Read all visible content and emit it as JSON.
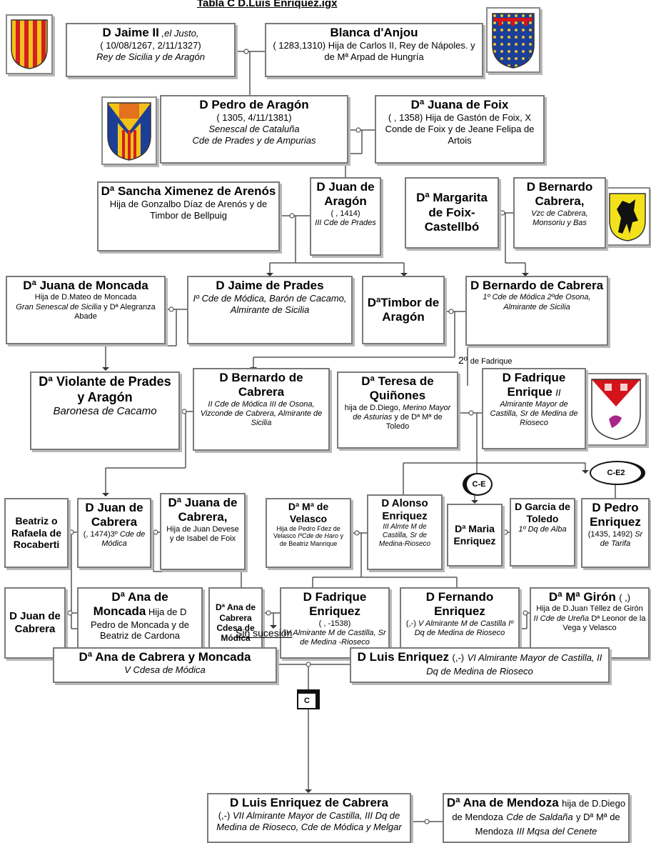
{
  "title": "Tabla C   D.Luis Enriquez.igx",
  "labels": {
    "second": "2º",
    "second_small": "de Fadrique",
    "no_issue": "Sin sucesión"
  },
  "refs": {
    "ce": "C-E",
    "ce2": "C-E2",
    "c": "C"
  },
  "colors": {
    "border": "#7a7a7a",
    "line": "#555555",
    "shadow": "#b9b9b9",
    "aragon_gold": "#f2c21a",
    "aragon_red": "#d31f22",
    "anjou_blue": "#1b3f97",
    "anjou_red": "#d4141a",
    "cabrera_yellow": "#f3e21b"
  },
  "people": {
    "jaime2": {
      "name": "D Jaime II",
      "epithet": " ,el Justo,",
      "dates": "( 10/08/1267, 2/11/1327)",
      "title": "Rey de Sicilia y de Aragón"
    },
    "blanca": {
      "name": "Blanca d'Anjou",
      "desc": "( 1283,1310) Hija de Carlos II, Rey de Nápoles. y de Mª Arpad de Hungría"
    },
    "pedro_aragon": {
      "name": "D Pedro de Aragón",
      "dates": "( 1305, 4/11/1381)",
      "t1": "Senescal de Cataluña",
      "t2": "Cde de Prades y de Ampurias"
    },
    "juana_foix": {
      "name": "Dª Juana de Foix",
      "desc": "( , 1358) Hija de Gastón de Foix, X Conde de Foix y de Jeane Felipa de Artois"
    },
    "sancha": {
      "name": "Dª Sancha Ximenez de Arenós",
      "desc": "Hija de Gonzalbo Díaz de Arenós y de Timbor de Bellpuig"
    },
    "juan_aragon": {
      "name": "D Juan de Aragón",
      "dates": "( , 1414)",
      "title": "III Cde de Prades"
    },
    "margarita": {
      "name": "Dª Margarita de Foix-Castellbó"
    },
    "bernardo1": {
      "name": "D Bernardo Cabrera,",
      "title": "Vzc de Cabrera, Monsoriu y Bas"
    },
    "juana_moncada": {
      "name": "Dª Juana de Moncada",
      "d1": "Hija de D.Mateo de Moncada",
      "d2": "Gran Senescal de Sicilia",
      "d3": "y Dª Alegranza Abade"
    },
    "jaime_prades": {
      "name": "D Jaime de Prades",
      "title": "Iº Cde de Módica, Barón de Cacamo, Almirante de Sicilia"
    },
    "timbor": {
      "name": "DªTimbor de Aragón"
    },
    "bernardo2": {
      "name": "D Bernardo de Cabrera",
      "title": "1º Cde de Módica 2ºde Osona, Almirante de Sicilia"
    },
    "violante": {
      "name": "Dª Violante de Prades y Aragón",
      "title": "Baronesa de Cacamo"
    },
    "bernardo3": {
      "name": "D Bernardo de Cabrera",
      "title": "II Cde de Módica III de Osona, Vizconde de Cabrera, Almirante de Sicilia"
    },
    "teresa": {
      "name": "Dª Teresa de Quiñones",
      "d1": "hija de D.Diego,",
      "d2": "Merino Mayor de",
      "d3": "Asturias",
      "d4": "y de Dª Mª de Toledo"
    },
    "fadrique2": {
      "name": "D Fadrique Enrique",
      "ord": "II",
      "title": "Almirante Mayor de Castilla, Sr de Medina de Rioseco"
    },
    "beatriz": {
      "name": "Beatriz o Rafaela de Rocaberti"
    },
    "juan_cabrera": {
      "name": "D Juan de Cabrera",
      "d1": "(, 1474)3º",
      "d2": "Cde de Módica"
    },
    "juana_cabrera": {
      "name": "Dª Juana de Cabrera,",
      "desc": "Hija de Juan Devese y de Isabel de Foix"
    },
    "velasco": {
      "name": "Dª Mª de Velasco",
      "desc": "Hija de Pedro Fdez de Velasco",
      "t": "IºCde de Haro",
      "d2": "y de Beatriz Manrique"
    },
    "alonso": {
      "name": "D Alonso Enriquez",
      "title": "III Almte M de Castilla, Sr de Medina-Rioseco"
    },
    "maria_enr": {
      "name": "Dª Maria Enriquez"
    },
    "garcia": {
      "name": "D Garcia de Toledo",
      "title": "1º Dq de Alba"
    },
    "pedro_enr": {
      "name": "D Pedro Enriquez",
      "dates": "(1435, 1492)",
      "title": "Sr de Tarifa"
    },
    "juan2": {
      "name": "D Juan de Cabrera"
    },
    "ana_moncada": {
      "name": "Dª Ana de",
      "name2": "Moncada",
      "desc": "Hija de D Pedro de Moncada y de Beatriz de Cardona"
    },
    "ana_cabrera_cdesa": {
      "name": "Dª Ana de Cabrera Cdesa de Módica"
    },
    "fadrique_iv": {
      "name": "D Fadrique Enriquez",
      "dates": "( , -1538)",
      "title": "IV Almirante M de Castilla, Sr de Medina -Rioseco"
    },
    "fernando": {
      "name": "D Fernando Enriquez",
      "dates": "(,-)",
      "title": "V Almirante M de Castilla Iº Dq de Medina de Rioseco"
    },
    "giron": {
      "name": "Dª Mª Girón",
      "dates": "( ,)",
      "d1": "Hija de D.Juan Téllez de Girón",
      "t": "II Cde de Ureña",
      "d2": "Dª Leonor de la Vega y Velasco"
    },
    "ana_cym": {
      "name": "Dª Ana de  Cabrera y Moncada",
      "title": "V Cdesa de Módica"
    },
    "luis": {
      "name": "D Luis Enriquez",
      "dates": "(,-)",
      "title": "VI Almirante Mayor de Castilla, II Dq de Medina de Rioseco"
    },
    "luis_cabrera": {
      "name": "D Luis Enriquez de Cabrera",
      "dates": "(,-)",
      "title": "VII Almirante Mayor de Castilla, III Dq de Medina de Rioseco, Cde de Módica y Melgar"
    },
    "ana_mendoza": {
      "name": "Dª Ana de Mendoza",
      "d1": "hija de D.Diego de Mendoza",
      "t1": "Cde de Saldaña",
      "d2": "y Dª Mª de Mendoza",
      "t2": "III Mqsa del Cenete"
    }
  }
}
